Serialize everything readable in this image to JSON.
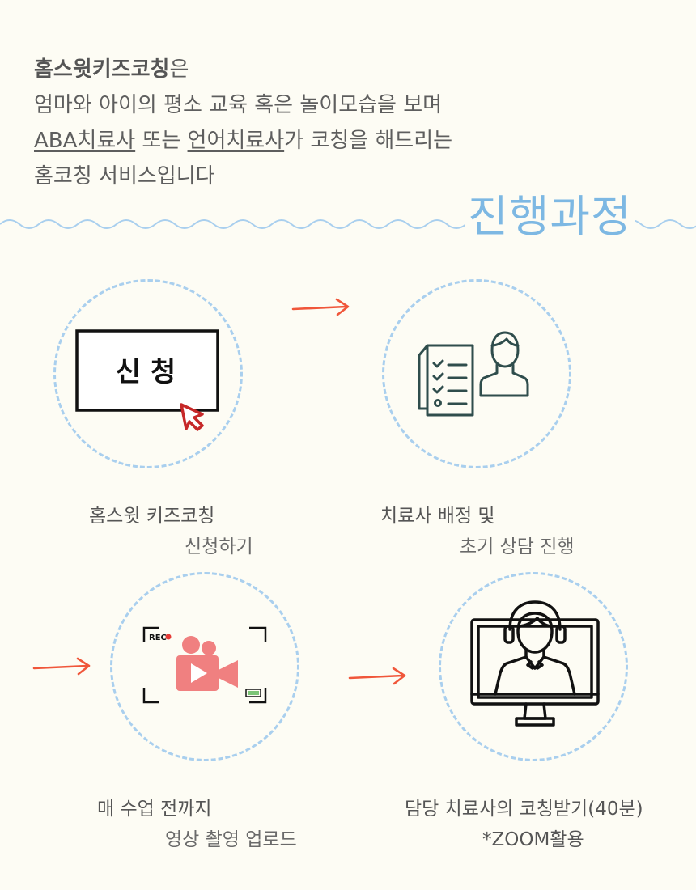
{
  "intro": {
    "line1_bold": "홈스윗키즈코칭",
    "line1_rest": "은",
    "line2": "엄마와 아이의 평소 교육 혹은 놀이모습을 보며",
    "line3_u1": "ABA치료사",
    "line3_mid": " 또는 ",
    "line3_u2": "언어치료사",
    "line3_rest": "가 코칭을 해드리는",
    "line4": "홈코칭 서비스입니다"
  },
  "section_title": "진행과정",
  "steps": [
    {
      "icon": "apply-window-cursor-icon",
      "icon_text": "신 청",
      "caption1": "홈스윗 키즈코칭",
      "caption2": "신청하기"
    },
    {
      "icon": "checklist-therapist-icon",
      "caption1": "치료사 배정 및",
      "caption2": "초기 상담 진행"
    },
    {
      "icon": "video-recording-icon",
      "icon_text": "REC",
      "caption1": "매 수업 전까지",
      "caption2": "영상 촬영 업로드"
    },
    {
      "icon": "online-coaching-monitor-icon",
      "caption1": "담당 치료사의 코칭받기(40분)",
      "caption2": "*ZOOM활용"
    }
  ],
  "colors": {
    "accent_blue": "#7db8e3",
    "arrow_red": "#f0563a",
    "camera_pink": "#f08080",
    "teal_icon": "#2f4d4c"
  }
}
